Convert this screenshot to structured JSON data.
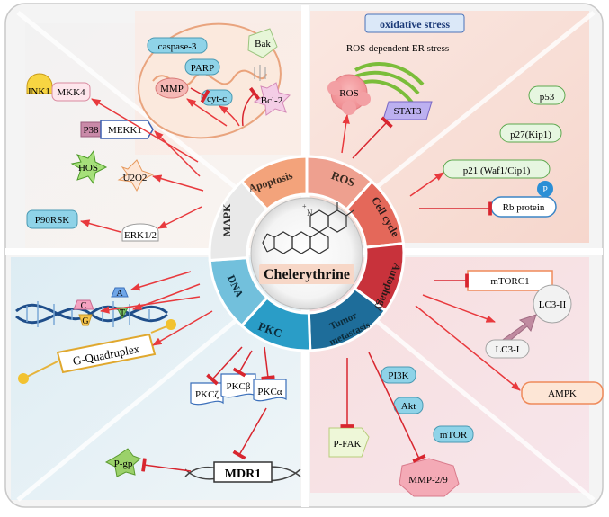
{
  "center": {
    "name": "Chelerythrine"
  },
  "sectors": {
    "apoptosis": "Apoptosis",
    "ros": "ROS",
    "cell_cycle": "Cell cycle",
    "autophagy": "Autophagy",
    "tumor_metastasis_line1": "Tumor",
    "tumor_metastasis_line2": "metastasis",
    "pkc": "PKC",
    "dna": "DNA",
    "mapk": "MAPK"
  },
  "apoptosis": {
    "caspase3": "caspase-3",
    "parp": "PARP",
    "mmp": "MMP",
    "cytc": "cyt-c",
    "bak": "Bak",
    "bcl2": "Bcl-2"
  },
  "ros": {
    "banner": "oxidative stress",
    "er_stress": "ROS-dependent ER stress",
    "ros": "ROS",
    "stat3": "STAT3"
  },
  "cell_cycle": {
    "p53": "p53",
    "p27": "p27(Kip1)",
    "p21": "p21 (Waf1/Cip1)",
    "rb": "Rb protein",
    "p": "P"
  },
  "autophagy": {
    "mtorc1": "mTORC1",
    "lc3_2": "LC3-II",
    "lc3_1": "LC3-I",
    "ampk": "AMPK"
  },
  "metastasis": {
    "pi3k": "PI3K",
    "akt": "Akt",
    "mtor": "mTOR",
    "pfak": "P-FAK",
    "mmp29": "MMP-2/9"
  },
  "pkc": {
    "zeta": "PKCζ",
    "beta": "PKCβ",
    "alpha": "PKCα",
    "mdr1": "MDR1",
    "pgp": "P-gp"
  },
  "dna": {
    "a": "A",
    "t": "T",
    "c": "C",
    "g": "G",
    "quadruplex": "G-Quadruplex"
  },
  "mapk": {
    "jnk1": "JNK1",
    "mkk4": "MKK4",
    "p38": "P38",
    "mekk1": "MEKK1",
    "hos": "HOS",
    "u2o2": "U2O2",
    "p90rsk": "P90RSK",
    "erk12": "ERK1/2"
  },
  "colors": {
    "activate_arrow": "#e8393d",
    "inhibit_line": "#d8262f",
    "node_blue": "#8fd3e8",
    "node_green": "#e6f6e0",
    "ring_blue": "#2f9fc0",
    "ring_red": "#e4685a"
  }
}
